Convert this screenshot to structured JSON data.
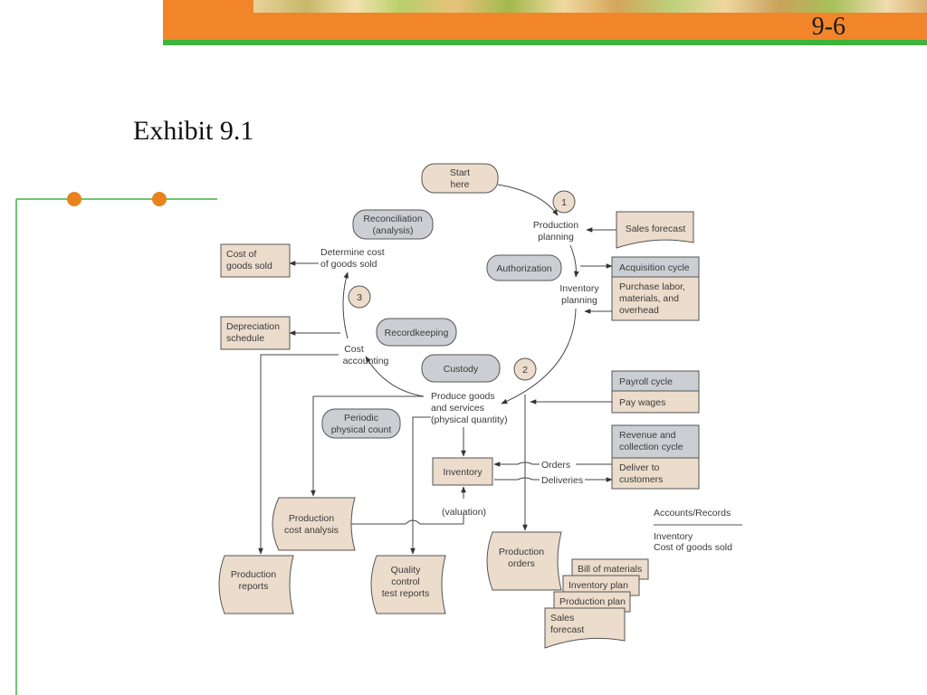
{
  "slide_number": "9-6",
  "title": "Exhibit 9.1",
  "steps": [
    "1",
    "2",
    "3"
  ],
  "nodes": {
    "start": [
      "Start",
      "here"
    ],
    "reconciliation": [
      "Reconciliation",
      "(analysis)"
    ],
    "authorization": "Authorization",
    "recordkeeping": "Recordkeeping",
    "custody": "Custody",
    "periodic": [
      "Periodic",
      "physical count"
    ],
    "cost_of_goods_sold_box": [
      "Cost of",
      "goods sold"
    ],
    "depreciation": [
      "Depreciation",
      "schedule"
    ],
    "sales_forecast_box": "Sales forecast",
    "acquisition_header": "Acquisition cycle",
    "acquisition_body": [
      "Purchase labor,",
      "materials, and",
      "overhead"
    ],
    "payroll_header": "Payroll cycle",
    "payroll_body": "Pay wages",
    "revenue_header": [
      "Revenue and",
      "collection cycle"
    ],
    "revenue_body": [
      "Deliver to",
      "customers"
    ],
    "inventory_box": "Inventory",
    "production_cost_analysis": [
      "Production",
      "cost analysis"
    ],
    "production_reports": [
      "Production",
      "reports"
    ],
    "quality_control": [
      "Quality",
      "control",
      "test reports"
    ],
    "production_orders": [
      "Production",
      "orders"
    ],
    "bill_of_materials": "Bill of materials",
    "inventory_plan": "Inventory plan",
    "production_plan": "Production plan",
    "sales_forecast_doc": [
      "Sales",
      "forecast"
    ]
  },
  "labels": {
    "production_planning": [
      "Production",
      "planning"
    ],
    "inventory_planning": [
      "Inventory",
      "planning"
    ],
    "determine_cost": [
      "Determine cost",
      "of goods sold"
    ],
    "cost_accounting": [
      "Cost",
      "accounting"
    ],
    "produce_goods": [
      "Produce goods",
      "and services",
      "(physical quantity)"
    ],
    "orders": "Orders",
    "deliveries": "Deliveries",
    "valuation": "(valuation)"
  },
  "legend": {
    "title": "Accounts/Records",
    "items": [
      "Inventory",
      "Cost of goods sold"
    ]
  }
}
